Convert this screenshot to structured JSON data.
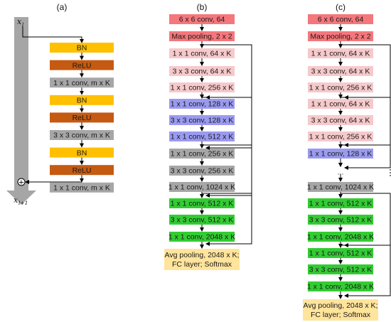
{
  "colors": {
    "bn": "#FFC000",
    "relu": "#C55A11",
    "gray": "#A6A6A6",
    "red": "#F4777C",
    "pink": "#F6C9CB",
    "blue": "#9A9AF0",
    "green": "#33CC33",
    "output": "#FFE49C",
    "shaft": "#A6A6A6",
    "line": "#000000"
  },
  "panel_a": {
    "label": "(a)",
    "input_label": "x",
    "input_sub": "l",
    "output_label": "x",
    "output_sub": "l+1",
    "sum_symbol": "+",
    "blocks": [
      {
        "text": "BN",
        "color": "bn"
      },
      {
        "text": "ReLU",
        "color": "relu"
      },
      {
        "text": "1 x 1 conv, m x K",
        "color": "gray"
      },
      {
        "text": "BN",
        "color": "bn"
      },
      {
        "text": "ReLU",
        "color": "relu"
      },
      {
        "text": "3 x 3 conv, m x K",
        "color": "gray"
      },
      {
        "text": "BN",
        "color": "bn"
      },
      {
        "text": "ReLU",
        "color": "relu"
      },
      {
        "text": "1 x 1 conv, m x K",
        "color": "gray"
      }
    ]
  },
  "panel_b": {
    "label": "(b)",
    "blocks": [
      {
        "text": "6 x 6 conv, 64",
        "color": "red"
      },
      {
        "text": "Max pooling, 2 x 2",
        "color": "red"
      },
      {
        "text": "1 x 1 conv, 64 x K",
        "color": "pink"
      },
      {
        "text": "3 x 3 conv, 64 x K",
        "color": "pink"
      },
      {
        "text": "1 x 1 conv, 256 x K",
        "color": "pink"
      },
      {
        "text": "1 x 1 conv, 128 x K",
        "color": "blue"
      },
      {
        "text": "3 x 3 conv, 128 x K",
        "color": "blue"
      },
      {
        "text": "1 x 1 conv, 512 x K",
        "color": "blue"
      },
      {
        "text": "1 x 1 conv, 256 x K",
        "color": "gray"
      },
      {
        "text": "3 x 3 conv, 256 x K",
        "color": "gray"
      },
      {
        "text": "1 x 1 conv, 1024 x K",
        "color": "gray"
      },
      {
        "text": "1 x 1 conv, 512 x K",
        "color": "green"
      },
      {
        "text": "3 x 3 conv, 512 x K",
        "color": "green"
      },
      {
        "text": "1 x 1 conv, 2048 x K",
        "color": "green"
      }
    ],
    "output_lines": [
      "Avg pooling, 2048 x K;",
      "FC layer; Softmax"
    ]
  },
  "panel_c": {
    "label": "(c)",
    "blocks": [
      {
        "text": "6 x 6 conv, 64",
        "color": "red"
      },
      {
        "text": "Max pooling, 2 x 2",
        "color": "red"
      },
      {
        "text": "1 x 1 conv, 64 x K",
        "color": "pink"
      },
      {
        "text": "3 x 3 conv, 64 x K",
        "color": "pink"
      },
      {
        "text": "1 x 1 conv, 256 x K",
        "color": "pink"
      },
      {
        "text": "1 x 1 conv, 64 x K",
        "color": "pink"
      },
      {
        "text": "3 x 3 conv, 64 x K",
        "color": "pink"
      },
      {
        "text": "1 x 1 conv, 256 x K",
        "color": "pink"
      },
      {
        "text": "1 x 1 conv, 128 x K",
        "color": "blue"
      },
      {
        "text": "...",
        "color": "none"
      },
      {
        "text": "1 x 1 conv, 1024 x K",
        "color": "gray"
      },
      {
        "text": "1 x 1 conv, 512 x K",
        "color": "green"
      },
      {
        "text": "3 x 3 conv, 512 x K",
        "color": "green"
      },
      {
        "text": "1 x 1 conv, 2048 x K",
        "color": "green"
      },
      {
        "text": "1 x 1 conv, 512 x K",
        "color": "green"
      },
      {
        "text": "3 x 3 conv, 512 x K",
        "color": "green"
      },
      {
        "text": "1 x 1 conv, 2048 x K",
        "color": "green"
      }
    ],
    "output_lines": [
      "Avg pooling, 2048 x K;",
      "FC layer; Softmax"
    ]
  }
}
